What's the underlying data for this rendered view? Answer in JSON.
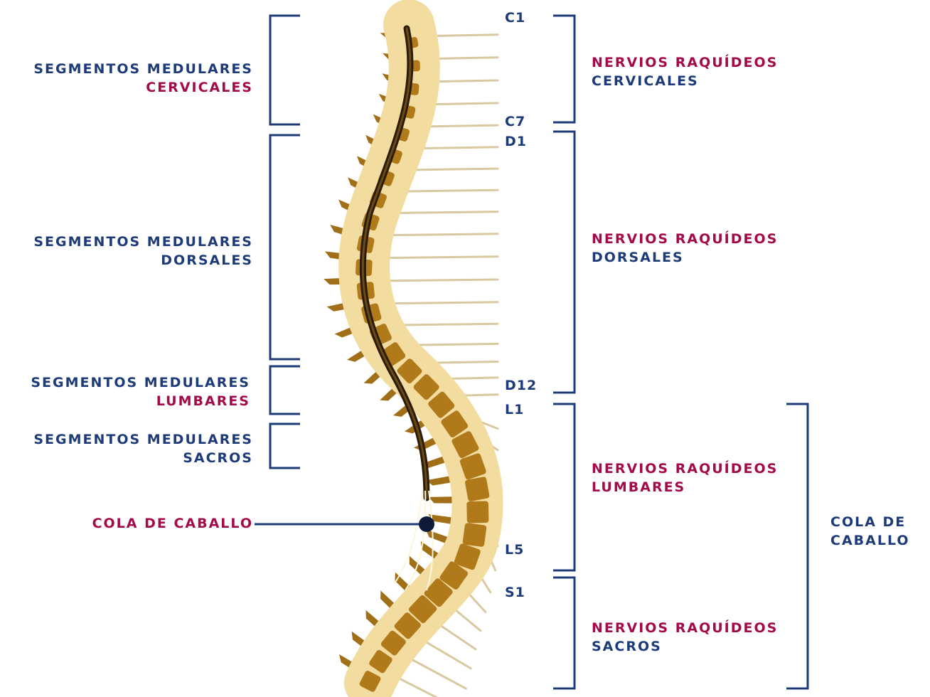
{
  "left_groups": {
    "cervical": {
      "line1": "SEGMENTOS MEDULARES",
      "line2": "CERVICALES"
    },
    "dorsal": {
      "line1": "SEGMENTOS MEDULARES",
      "line2": "DORSALES"
    },
    "lumbar": {
      "line1": "SEGMENTOS MEDULARES",
      "line2": "LUMBARES"
    },
    "sacral": {
      "line1": "SEGMENTOS MEDULARES",
      "line2": "SACROS"
    },
    "cauda": "COLA DE CABALLO"
  },
  "levels": {
    "c1": "C1",
    "c7": "C7",
    "d1": "D1",
    "d12": "D12",
    "l1": "L1",
    "l5": "L5",
    "s1": "S1"
  },
  "right_groups": {
    "cervical": {
      "line1": "NERVIOS RAQUÍDEOS",
      "line2": "CERVICALES"
    },
    "dorsal": {
      "line1": "NERVIOS RAQUÍDEOS",
      "line2": "DORSALES"
    },
    "lumbar": {
      "line1": "NERVIOS RAQUÍDEOS",
      "line2": "LUMBARES"
    },
    "sacral": {
      "line1": "NERVIOS RAQUÍDEOS",
      "line2": "SACROS"
    }
  },
  "far_right": {
    "line1": "COLA DE",
    "line2": "CABALLO"
  },
  "colors": {
    "label_blue": "#1d3b78",
    "label_magenta": "#a40a4a",
    "bone": "#b07a1a",
    "cartilage": "#f2dca0",
    "cord": "#2a1c08"
  }
}
